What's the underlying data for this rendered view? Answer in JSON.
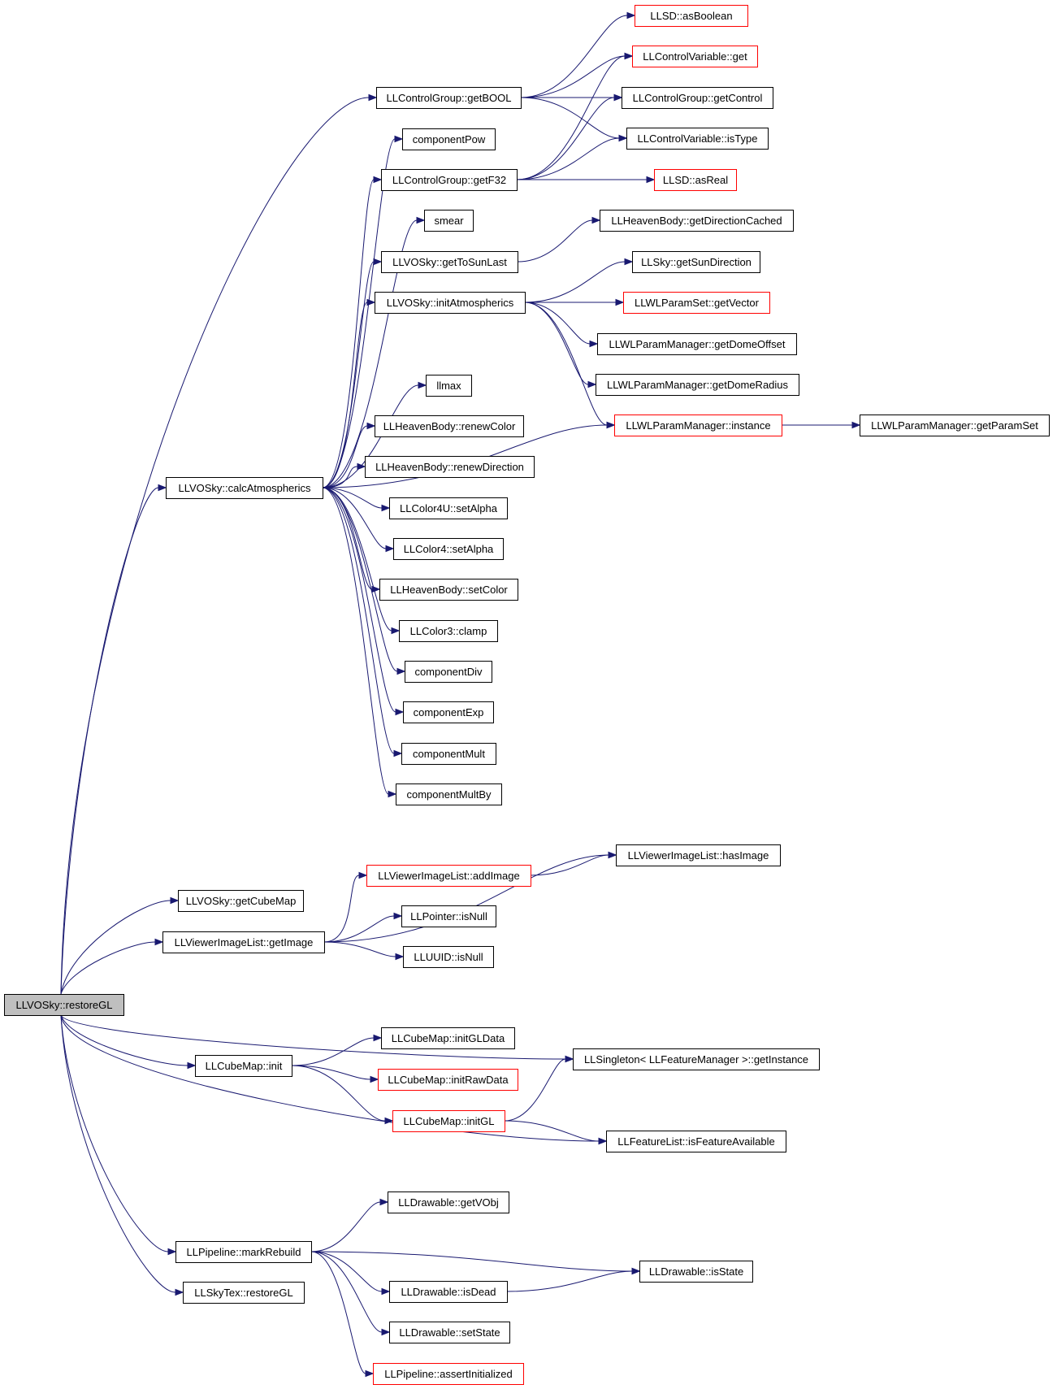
{
  "graph": {
    "nodes": [
      {
        "id": "restoreGL",
        "label": "LLVOSky::restoreGL",
        "style": "root"
      },
      {
        "id": "calcAtmospherics",
        "label": "LLVOSky::calcAtmospherics",
        "style": "normal"
      },
      {
        "id": "getCubeMap",
        "label": "LLVOSky::getCubeMap",
        "style": "normal"
      },
      {
        "id": "vilGetImage",
        "label": "LLViewerImageList::getImage",
        "style": "normal"
      },
      {
        "id": "cubeInit",
        "label": "LLCubeMap::init",
        "style": "normal"
      },
      {
        "id": "markRebuild",
        "label": "LLPipeline::markRebuild",
        "style": "normal"
      },
      {
        "id": "skyTexRestoreGL",
        "label": "LLSkyTex::restoreGL",
        "style": "normal"
      },
      {
        "id": "getBOOL",
        "label": "LLControlGroup::getBOOL",
        "style": "normal"
      },
      {
        "id": "componentPow",
        "label": "componentPow",
        "style": "normal"
      },
      {
        "id": "getF32",
        "label": "LLControlGroup::getF32",
        "style": "normal"
      },
      {
        "id": "smear",
        "label": "smear",
        "style": "normal"
      },
      {
        "id": "getToSunLast",
        "label": "LLVOSky::getToSunLast",
        "style": "normal"
      },
      {
        "id": "initAtmospherics",
        "label": "LLVOSky::initAtmospherics",
        "style": "normal"
      },
      {
        "id": "llmax",
        "label": "llmax",
        "style": "normal"
      },
      {
        "id": "renewColor",
        "label": "LLHeavenBody::renewColor",
        "style": "normal"
      },
      {
        "id": "renewDirection",
        "label": "LLHeavenBody::renewDirection",
        "style": "normal"
      },
      {
        "id": "color4uSetAlpha",
        "label": "LLColor4U::setAlpha",
        "style": "normal"
      },
      {
        "id": "color4SetAlpha",
        "label": "LLColor4::setAlpha",
        "style": "normal"
      },
      {
        "id": "hbSetColor",
        "label": "LLHeavenBody::setColor",
        "style": "normal"
      },
      {
        "id": "color3Clamp",
        "label": "LLColor3::clamp",
        "style": "normal"
      },
      {
        "id": "componentDiv",
        "label": "componentDiv",
        "style": "normal"
      },
      {
        "id": "componentExp",
        "label": "componentExp",
        "style": "normal"
      },
      {
        "id": "componentMult",
        "label": "componentMult",
        "style": "normal"
      },
      {
        "id": "componentMultBy",
        "label": "componentMultBy",
        "style": "normal"
      },
      {
        "id": "asBoolean",
        "label": "LLSD::asBoolean",
        "style": "truncated"
      },
      {
        "id": "cvGet",
        "label": "LLControlVariable::get",
        "style": "truncated"
      },
      {
        "id": "getControl",
        "label": "LLControlGroup::getControl",
        "style": "normal"
      },
      {
        "id": "isType",
        "label": "LLControlVariable::isType",
        "style": "normal"
      },
      {
        "id": "asReal",
        "label": "LLSD::asReal",
        "style": "truncated"
      },
      {
        "id": "getDirectionCached",
        "label": "LLHeavenBody::getDirectionCached",
        "style": "normal"
      },
      {
        "id": "getSunDirection",
        "label": "LLSky::getSunDirection",
        "style": "normal"
      },
      {
        "id": "getVector",
        "label": "LLWLParamSet::getVector",
        "style": "truncated"
      },
      {
        "id": "getDomeOffset",
        "label": "LLWLParamManager::getDomeOffset",
        "style": "normal"
      },
      {
        "id": "getDomeRadius",
        "label": "LLWLParamManager::getDomeRadius",
        "style": "normal"
      },
      {
        "id": "wlpmInstance",
        "label": "LLWLParamManager::instance",
        "style": "truncated"
      },
      {
        "id": "getParamSet",
        "label": "LLWLParamManager::getParamSet",
        "style": "normal"
      },
      {
        "id": "hasImage",
        "label": "LLViewerImageList::hasImage",
        "style": "normal"
      },
      {
        "id": "addImage",
        "label": "LLViewerImageList::addImage",
        "style": "truncated"
      },
      {
        "id": "pointerIsNull",
        "label": "LLPointer::isNull",
        "style": "normal"
      },
      {
        "id": "uuidIsNull",
        "label": "LLUUID::isNull",
        "style": "normal"
      },
      {
        "id": "initGLData",
        "label": "LLCubeMap::initGLData",
        "style": "normal"
      },
      {
        "id": "initRawData",
        "label": "LLCubeMap::initRawData",
        "style": "truncated"
      },
      {
        "id": "cubeInitGL",
        "label": "LLCubeMap::initGL",
        "style": "truncated"
      },
      {
        "id": "getInstance",
        "label": "LLSingleton< LLFeatureManager >::getInstance",
        "style": "normal"
      },
      {
        "id": "isFeatureAvailable",
        "label": "LLFeatureList::isFeatureAvailable",
        "style": "normal"
      },
      {
        "id": "getVObj",
        "label": "LLDrawable::getVObj",
        "style": "normal"
      },
      {
        "id": "drawableIsState",
        "label": "LLDrawable::isState",
        "style": "normal"
      },
      {
        "id": "drawableIsDead",
        "label": "LLDrawable::isDead",
        "style": "normal"
      },
      {
        "id": "drawableSetState",
        "label": "LLDrawable::setState",
        "style": "normal"
      },
      {
        "id": "assertInitialized",
        "label": "LLPipeline::assertInitialized",
        "style": "truncated"
      }
    ],
    "edges": [
      [
        "restoreGL",
        "calcAtmospherics"
      ],
      [
        "restoreGL",
        "getBOOL"
      ],
      [
        "restoreGL",
        "getCubeMap"
      ],
      [
        "restoreGL",
        "vilGetImage"
      ],
      [
        "restoreGL",
        "getInstance"
      ],
      [
        "restoreGL",
        "cubeInit"
      ],
      [
        "restoreGL",
        "isFeatureAvailable"
      ],
      [
        "restoreGL",
        "markRebuild"
      ],
      [
        "restoreGL",
        "skyTexRestoreGL"
      ],
      [
        "calcAtmospherics",
        "componentPow"
      ],
      [
        "calcAtmospherics",
        "getF32"
      ],
      [
        "calcAtmospherics",
        "smear"
      ],
      [
        "calcAtmospherics",
        "getToSunLast"
      ],
      [
        "calcAtmospherics",
        "initAtmospherics"
      ],
      [
        "calcAtmospherics",
        "wlpmInstance"
      ],
      [
        "calcAtmospherics",
        "llmax"
      ],
      [
        "calcAtmospherics",
        "renewColor"
      ],
      [
        "calcAtmospherics",
        "renewDirection"
      ],
      [
        "calcAtmospherics",
        "color4uSetAlpha"
      ],
      [
        "calcAtmospherics",
        "color4SetAlpha"
      ],
      [
        "calcAtmospherics",
        "hbSetColor"
      ],
      [
        "calcAtmospherics",
        "color3Clamp"
      ],
      [
        "calcAtmospherics",
        "componentDiv"
      ],
      [
        "calcAtmospherics",
        "componentExp"
      ],
      [
        "calcAtmospherics",
        "componentMult"
      ],
      [
        "calcAtmospherics",
        "componentMultBy"
      ],
      [
        "getBOOL",
        "asBoolean"
      ],
      [
        "getBOOL",
        "cvGet"
      ],
      [
        "getBOOL",
        "getControl"
      ],
      [
        "getBOOL",
        "isType"
      ],
      [
        "getF32",
        "cvGet"
      ],
      [
        "getF32",
        "getControl"
      ],
      [
        "getF32",
        "isType"
      ],
      [
        "getF32",
        "asReal"
      ],
      [
        "getToSunLast",
        "getDirectionCached"
      ],
      [
        "initAtmospherics",
        "getSunDirection"
      ],
      [
        "initAtmospherics",
        "getVector"
      ],
      [
        "initAtmospherics",
        "getDomeOffset"
      ],
      [
        "initAtmospherics",
        "getDomeRadius"
      ],
      [
        "initAtmospherics",
        "wlpmInstance"
      ],
      [
        "wlpmInstance",
        "getParamSet"
      ],
      [
        "vilGetImage",
        "hasImage"
      ],
      [
        "vilGetImage",
        "addImage"
      ],
      [
        "vilGetImage",
        "pointerIsNull"
      ],
      [
        "vilGetImage",
        "uuidIsNull"
      ],
      [
        "addImage",
        "hasImage"
      ],
      [
        "cubeInit",
        "initGLData"
      ],
      [
        "cubeInit",
        "initRawData"
      ],
      [
        "cubeInit",
        "cubeInitGL"
      ],
      [
        "cubeInitGL",
        "getInstance"
      ],
      [
        "cubeInitGL",
        "isFeatureAvailable"
      ],
      [
        "markRebuild",
        "getVObj"
      ],
      [
        "markRebuild",
        "drawableIsState"
      ],
      [
        "markRebuild",
        "drawableIsDead"
      ],
      [
        "markRebuild",
        "drawableSetState"
      ],
      [
        "markRebuild",
        "assertInitialized"
      ],
      [
        "drawableIsDead",
        "drawableIsState"
      ]
    ]
  },
  "colors": {
    "edge": "#191970",
    "box_border": "#000000",
    "truncated_border": "#ff0000",
    "root_fill": "#bfbfbf",
    "background": "#ffffff"
  }
}
